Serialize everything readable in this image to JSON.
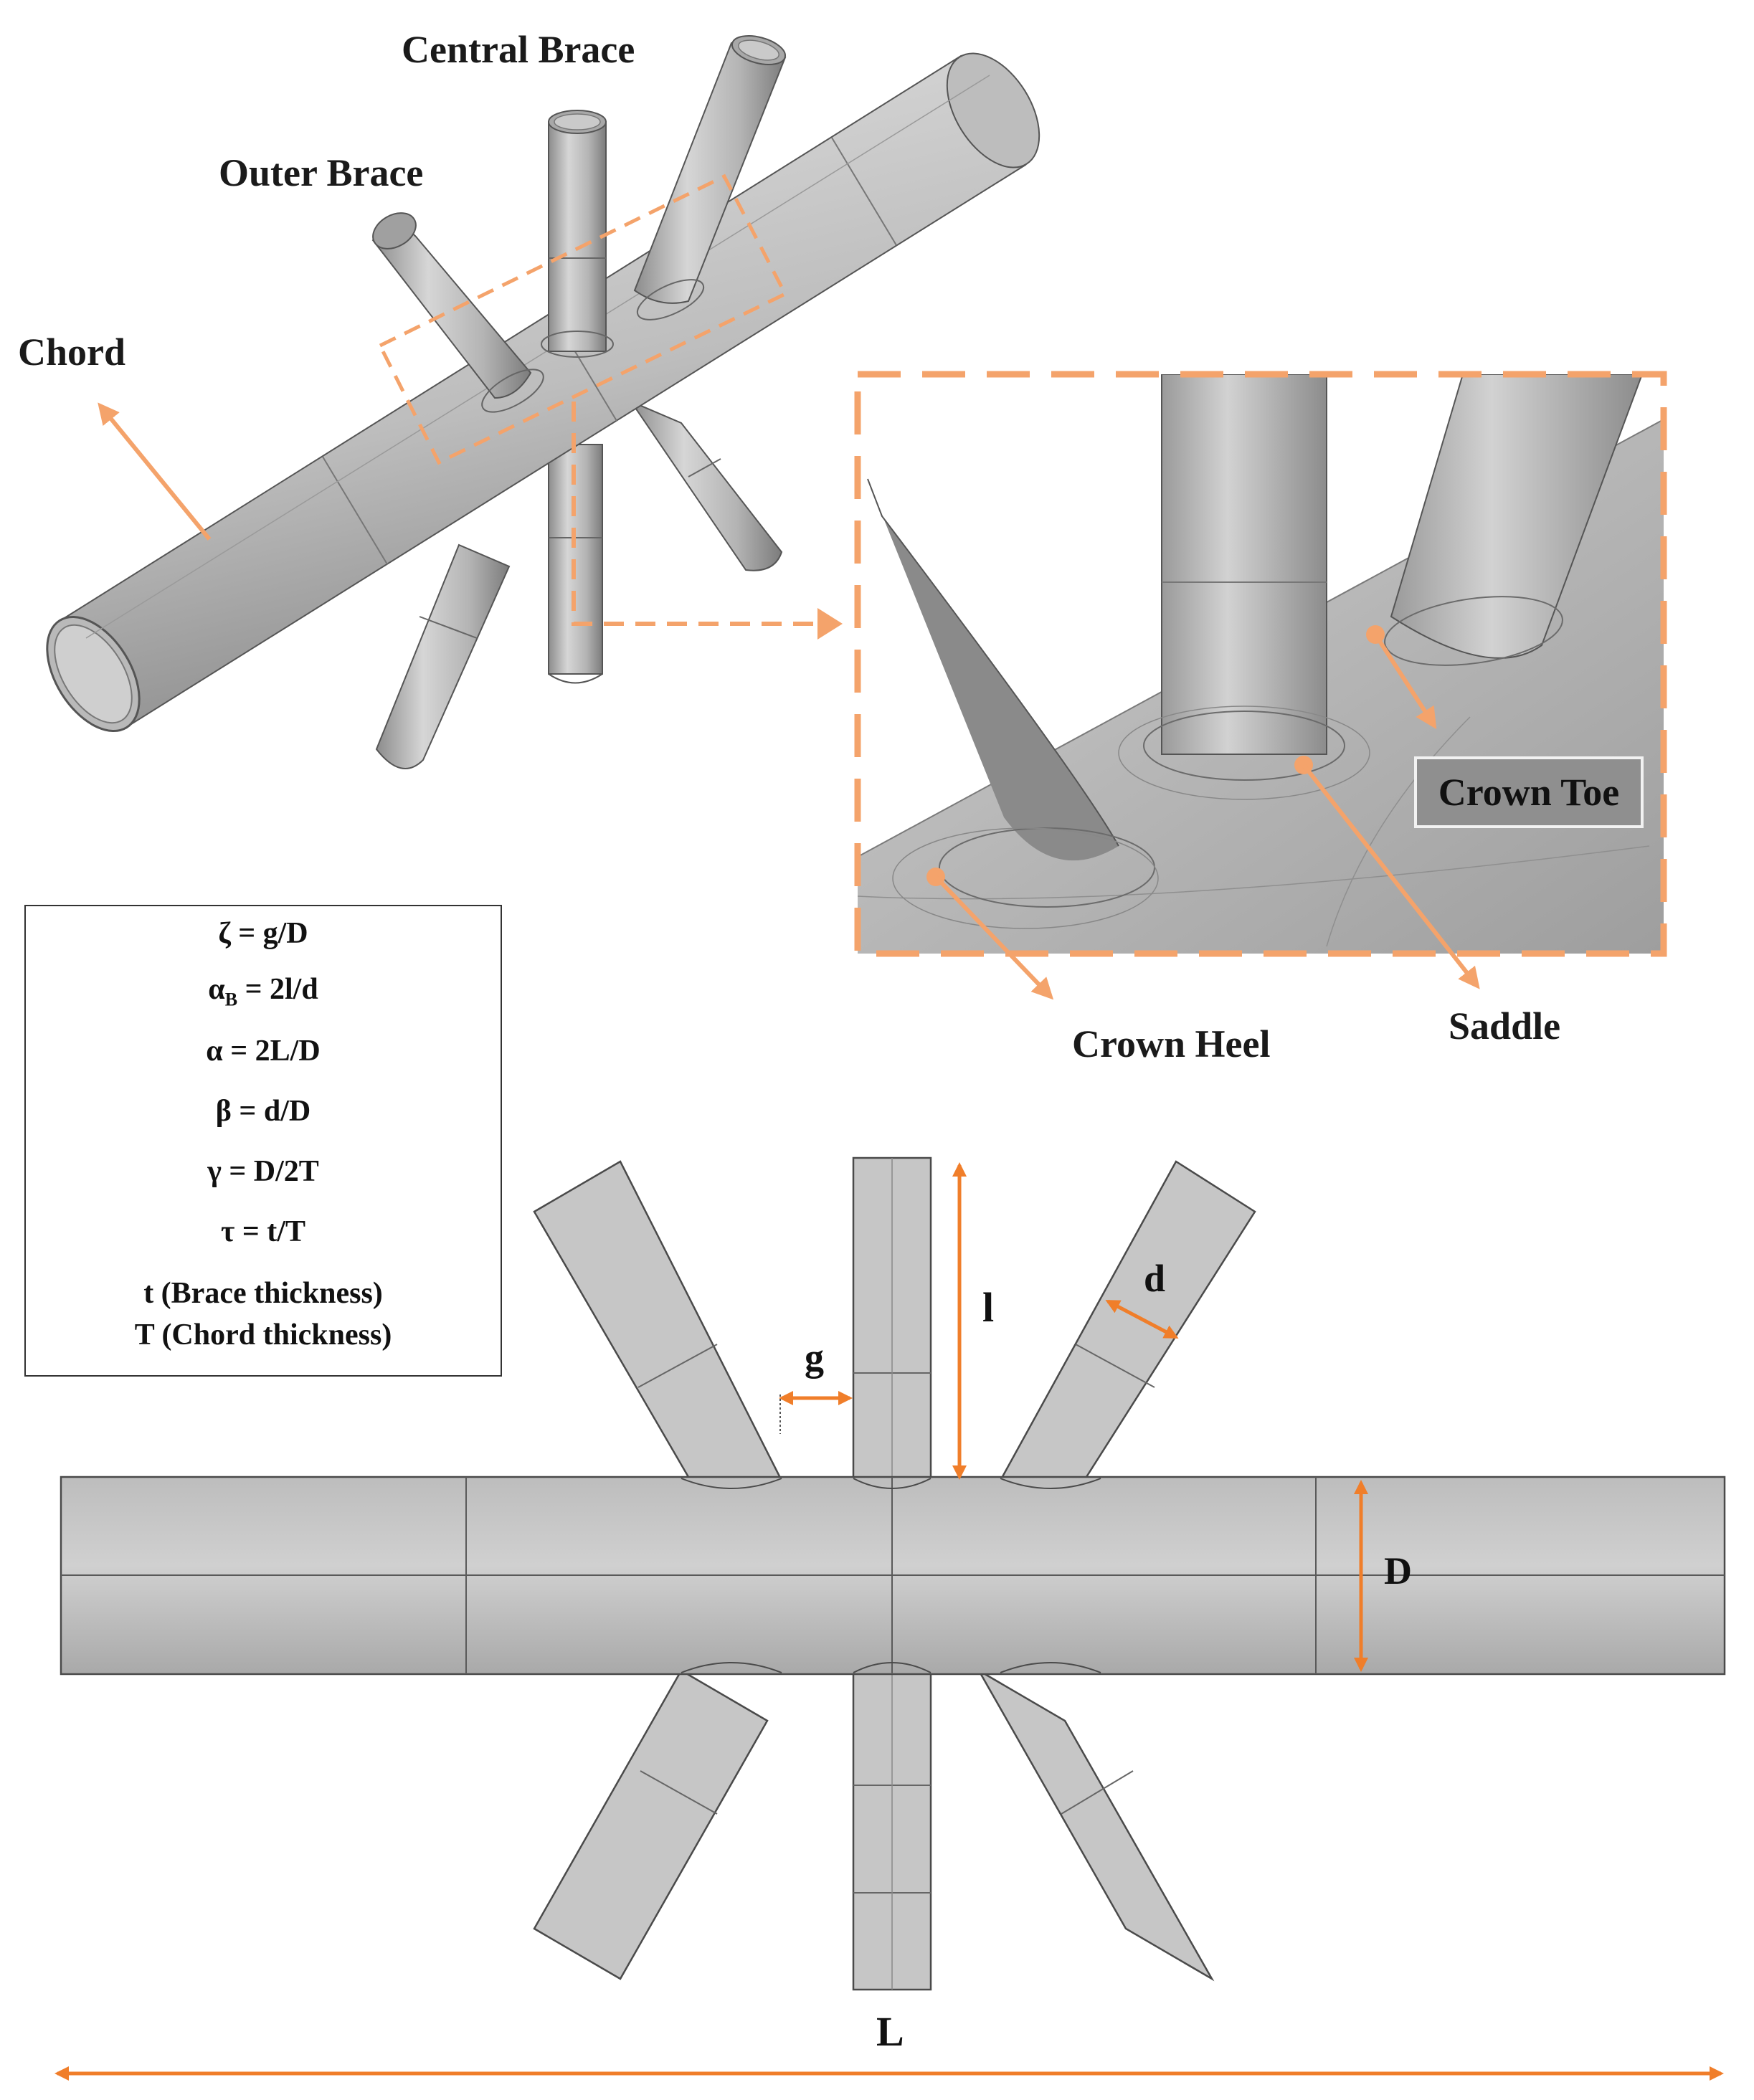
{
  "figure": {
    "labels": {
      "central_brace": "Central Brace",
      "outer_brace": "Outer Brace",
      "chord": "Chord",
      "crown_toe": "Crown Toe",
      "crown_heel": "Crown Heel",
      "saddle": "Saddle"
    },
    "parameters": [
      {
        "text": "ζ = g/D"
      },
      {
        "text": "α",
        "sub": "B",
        "rest": " = 2l/d"
      },
      {
        "text": "α = 2L/D"
      },
      {
        "text": "β = d/D"
      },
      {
        "text": "γ = D/2T"
      },
      {
        "text": "τ = t/T"
      },
      {
        "text": "t (Brace thickness)"
      },
      {
        "text": "T (Chord thickness)"
      }
    ],
    "dimensions": {
      "g": "g",
      "l": "l",
      "d": "d",
      "D": "D",
      "L": "L"
    },
    "colors": {
      "accent_light": "#f4a36b",
      "accent_dark": "#f07e2a",
      "steel_light": "#c8c8c8",
      "steel_mid": "#a8a8a8",
      "steel_dark": "#7e7e7e",
      "outline": "#4a4a4a"
    }
  }
}
